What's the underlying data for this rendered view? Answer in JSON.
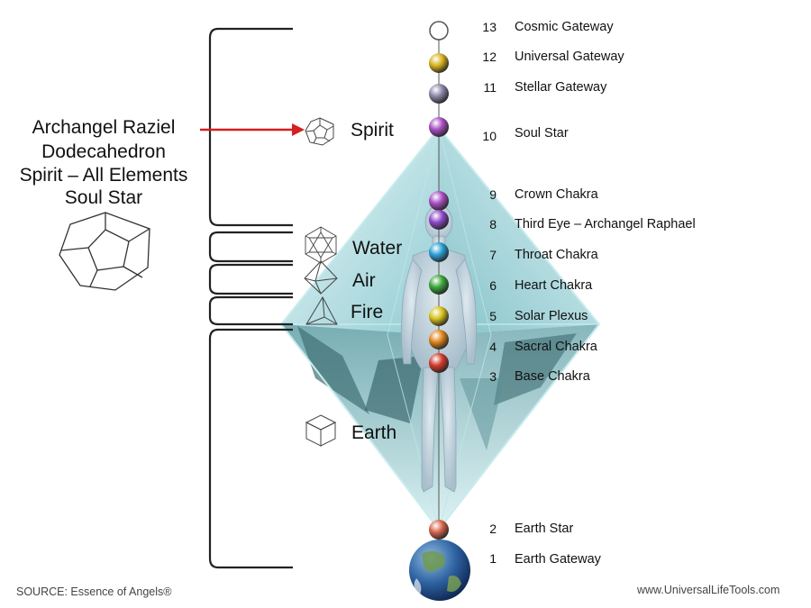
{
  "info": {
    "lines": [
      "Archangel Raziel",
      "Dodecahedron",
      "Spirit – All Elements",
      "Soul Star"
    ]
  },
  "elements": [
    {
      "label": "Spirit",
      "icon": "dodecahedron-icon"
    },
    {
      "label": "Water",
      "icon": "icosahedron-icon"
    },
    {
      "label": "Air",
      "icon": "octahedron-icon"
    },
    {
      "label": "Fire",
      "icon": "tetrahedron-icon"
    },
    {
      "label": "Earth",
      "icon": "cube-icon"
    }
  ],
  "chakras": [
    {
      "num": "13",
      "name": "Cosmic Gateway",
      "color": "#ffffff"
    },
    {
      "num": "12",
      "name": "Universal Gateway",
      "color": "#d9b21c"
    },
    {
      "num": "11",
      "name": "Stellar Gateway",
      "color": "#8c86a8"
    },
    {
      "num": "10",
      "name": "Soul Star",
      "color": "#a94ec2"
    },
    {
      "num": "9",
      "name": "Crown Chakra",
      "color": "#a94ec2"
    },
    {
      "num": "8",
      "name": "Third Eye – Archangel Raphael",
      "color": "#8e49c9"
    },
    {
      "num": "7",
      "name": "Throat Chakra",
      "color": "#2aa0d8"
    },
    {
      "num": "6",
      "name": "Heart Chakra",
      "color": "#3aa83a"
    },
    {
      "num": "5",
      "name": "Solar Plexus",
      "color": "#d8c21c"
    },
    {
      "num": "4",
      "name": "Sacral Chakra",
      "color": "#e0861c"
    },
    {
      "num": "3",
      "name": "Base Chakra",
      "color": "#d33a2a"
    },
    {
      "num": "2",
      "name": "Earth Star",
      "color": "#d8654a"
    },
    {
      "num": "1",
      "name": "Earth Gateway",
      "color": "#2c5f9e"
    }
  ],
  "footer": {
    "source": "SOURCE:  Essence of Angels®",
    "website": "www.UniversalLifeTools.com"
  },
  "colors": {
    "arrow": "#d42020",
    "crystal": "#9fd6dc",
    "bracket": "#222222"
  }
}
